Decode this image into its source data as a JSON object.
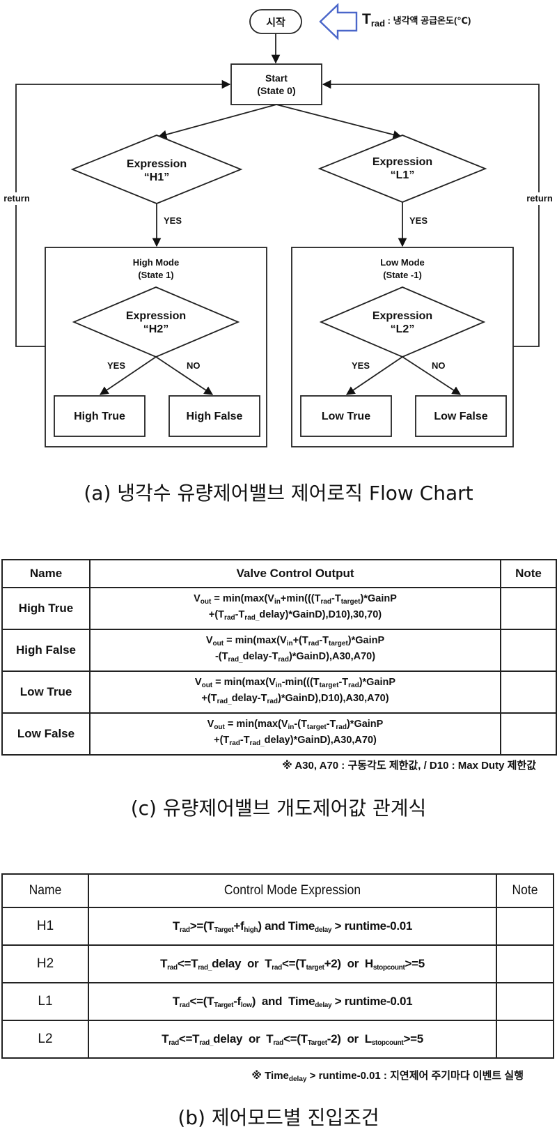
{
  "flow": {
    "start_top": "시작",
    "trad_main": "T",
    "trad_sub": "rad",
    "trad_desc": " : 냉각액 공급온도(℃)",
    "state0_line1": "Start",
    "state0_line2": "(State 0)",
    "h1_line1": "Expression",
    "h1_line2": "“H1”",
    "l1_line1": "Expression",
    "l1_line2": "“L1”",
    "yes_h1": "YES",
    "yes_l1": "YES",
    "return_left": "return",
    "return_right": "return",
    "high_mode_line1": "High Mode",
    "high_mode_line2": "(State 1)",
    "low_mode_line1": "Low Mode",
    "low_mode_line2": "(State -1)",
    "h2_line1": "Expression",
    "h2_line2": "“H2”",
    "l2_line1": "Expression",
    "l2_line2": "“L2”",
    "h2_yes": "YES",
    "h2_no": "NO",
    "l2_yes": "YES",
    "l2_no": "NO",
    "high_true": "High True",
    "high_false": "High False",
    "low_true": "Low True",
    "low_false": "Low False"
  },
  "caption_a": "(a) 냉각수 유량제어밸브 제어로직 Flow Chart",
  "table_c": {
    "headers": [
      "Name",
      "Valve Control Output",
      "Note"
    ],
    "rows": [
      {
        "name": "High True",
        "note": ""
      },
      {
        "name": "High False",
        "note": ""
      },
      {
        "name": "Low True",
        "note": ""
      },
      {
        "name": "Low False",
        "note": ""
      }
    ],
    "note": "※ A30, A70 : 구동각도 제한값, / D10 : Max Duty 제한값"
  },
  "caption_c": "(c) 유량제어밸브 개도제어값 관계식",
  "table_b": {
    "headers": [
      "Name",
      "Control Mode Expression",
      "Note"
    ],
    "rows": [
      {
        "name": "H1",
        "note": ""
      },
      {
        "name": "H2",
        "note": ""
      },
      {
        "name": "L1",
        "note": ""
      },
      {
        "name": "L2",
        "note": ""
      }
    ]
  },
  "caption_b": "(b) 제어모드별 진입조건"
}
